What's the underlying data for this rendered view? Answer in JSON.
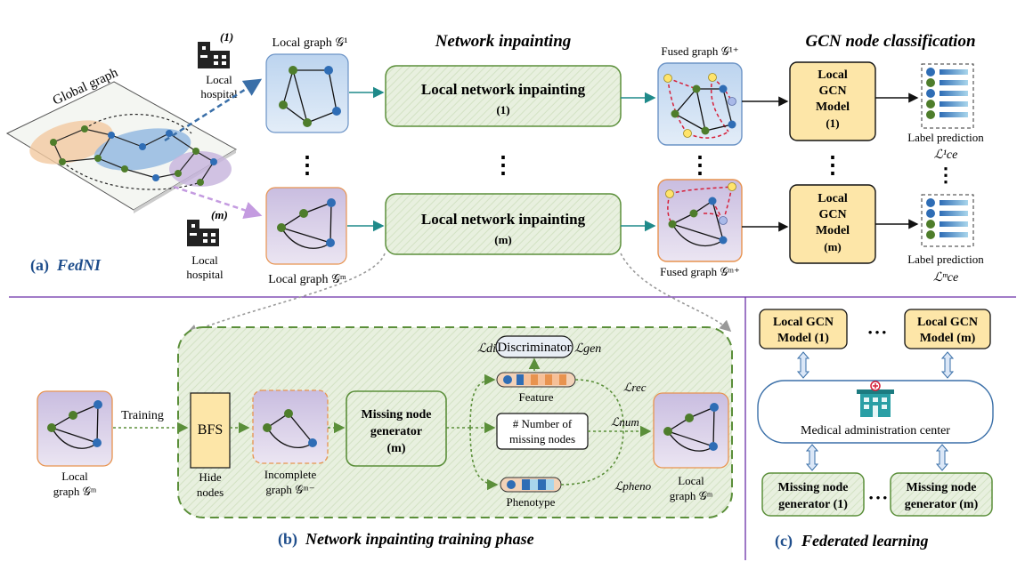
{
  "colors": {
    "panel_a_label": "#1f4e8c",
    "divider": "#6a2fa8",
    "inpaint_box_fill": "#dcebcf",
    "inpaint_box_stroke": "#5b8f3a",
    "gcn_box_fill": "#fde6a8",
    "local_graph_blue": "#cfe0f3",
    "local_graph_purple": "#d8cfe6",
    "node_green": "#4e7d2b",
    "node_blue": "#2f6db5",
    "node_yellow": "#ffe46b",
    "red_edge": "#d6203a",
    "teal_arrow": "#1f8a8a"
  },
  "panel_a": {
    "section_label_prefix": "(a)",
    "section_label_name": "FedNI",
    "global_graph_label": "Global graph",
    "hospital_top_index": "(1)",
    "hospital_top_label_1": "Local",
    "hospital_top_label_2": "hospital",
    "hospital_bottom_index": "(m)",
    "hospital_bottom_label_1": "Local",
    "hospital_bottom_label_2": "hospital",
    "local_graph_top_label": "Local graph 𝒢¹",
    "local_graph_bottom_label": "Local graph 𝒢ᵐ",
    "network_inpainting_title": "Network inpainting",
    "gcn_title": "GCN node classification",
    "inpaint_top_line1": "Local network inpainting",
    "inpaint_top_line2": "(1)",
    "inpaint_bottom_line1": "Local network inpainting",
    "inpaint_bottom_line2": "(m)",
    "fused_top_label": "Fused graph 𝒢¹⁺",
    "fused_bottom_label": "Fused graph 𝒢ᵐ⁺",
    "gcn_top_lines": [
      "Local",
      "GCN",
      "Model",
      "(1)"
    ],
    "gcn_bottom_lines": [
      "Local",
      "GCN",
      "Model",
      "(m)"
    ],
    "label_pred_top": "Label prediction",
    "label_pred_bottom": "Label prediction",
    "loss_top": "ℒ¹ce",
    "loss_bottom": "ℒᵐce"
  },
  "panel_b": {
    "section_label_prefix": "(b)",
    "section_label_name": "Network inpainting training phase",
    "training_label": "Training",
    "local_graph_left_1": "Local",
    "local_graph_left_2": "graph 𝒢ᵐ",
    "bfs_label": "BFS",
    "hide_nodes_1": "Hide",
    "hide_nodes_2": "nodes",
    "incomplete_1": "Incomplete",
    "incomplete_2": "graph 𝒢ᵐ⁻",
    "generator_lines": [
      "Missing node",
      "generator",
      "(m)"
    ],
    "discriminator": "Discriminator",
    "loss_dis": "ℒdis",
    "loss_gen": "ℒgen",
    "feature_label": "Feature",
    "loss_rec": "ℒrec",
    "number_line1": "# Number of",
    "number_line2": "missing nodes",
    "loss_num": "ℒnum",
    "phenotype_label": "Phenotype",
    "loss_pheno": "ℒpheno",
    "local_graph_right_1": "Local",
    "local_graph_right_2": "graph 𝒢ᵐ"
  },
  "panel_c": {
    "section_label_prefix": "(c)",
    "section_label_name": "Federated learning",
    "gcn_1_lines": [
      "Local GCN",
      "Model (1)"
    ],
    "gcn_m_lines": [
      "Local GCN",
      "Model (m)"
    ],
    "ellipsis_top": "• • •",
    "center_label": "Medical administration center",
    "gen_1_lines": [
      "Missing node",
      "generator (1)"
    ],
    "gen_m_lines": [
      "Missing node",
      "generator (m)"
    ],
    "ellipsis_bottom": "• • •"
  }
}
